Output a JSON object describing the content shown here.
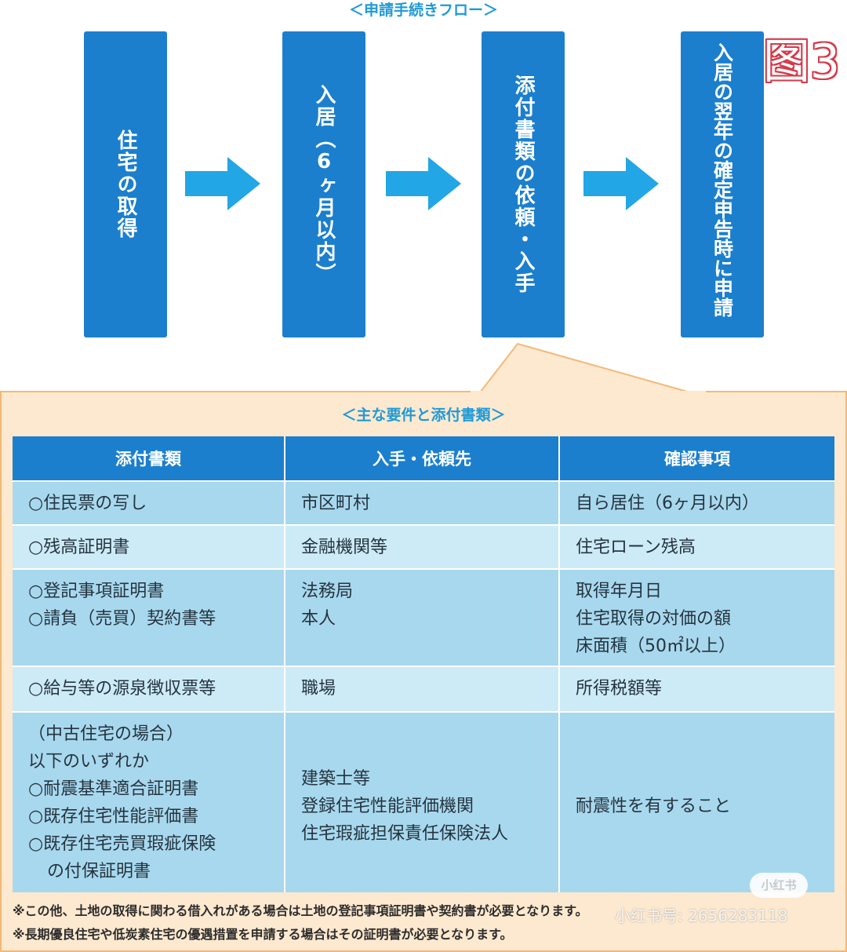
{
  "flow": {
    "title": "＜申請手続きフロー＞",
    "figure_label": "图3",
    "steps": [
      "住宅の取得",
      "入居（6ヶ月以内）",
      "添付書類の依頼・入手",
      "入居の翌年の確定申告時に申請"
    ]
  },
  "requirements": {
    "title": "＜主な要件と添付書類＞",
    "headers": [
      "添付書類",
      "入手・依頼先",
      "確認事項"
    ],
    "rows": [
      {
        "docs": [
          "○住民票の写し"
        ],
        "source": [
          "市区町村"
        ],
        "check": [
          "自ら居住（6ヶ月以内）"
        ]
      },
      {
        "docs": [
          "○残高証明書"
        ],
        "source": [
          "金融機関等"
        ],
        "check": [
          "住宅ローン残高"
        ]
      },
      {
        "docs": [
          "○登記事項証明書",
          "○請負（売買）契約書等"
        ],
        "source": [
          "法務局",
          "本人"
        ],
        "check": [
          "取得年月日",
          "住宅取得の対価の額",
          "床面積（50㎡以上）"
        ]
      },
      {
        "docs": [
          "○給与等の源泉徴収票等"
        ],
        "source": [
          "職場"
        ],
        "check": [
          "所得税額等"
        ]
      },
      {
        "docs": [
          "（中古住宅の場合）",
          "以下のいずれか",
          "○耐震基準適合証明書",
          "○既存住宅性能評価書",
          "○既存住宅売買瑕疵保険",
          "の付保証明書"
        ],
        "source": [
          "建築士等",
          "登録住宅性能評価機関",
          "住宅瑕疵担保責任保険法人"
        ],
        "check": [
          "耐震性を有すること"
        ]
      }
    ]
  },
  "notes": [
    "※この他、土地の取得に関わる借入れがある場合は土地の登記事項証明書や契約書が必要となります。",
    "※長期優良住宅や低炭素住宅の優遇措置を申請する場合はその証明書が必要となります。"
  ],
  "watermark": {
    "logo": "小红书",
    "id": "小红书号: 2656283118"
  },
  "colors": {
    "accent_blue": "#1b7fcd",
    "title_blue": "#1f9ad6",
    "arrow_blue": "#22a6e6",
    "panel_bg": "#fde9cf",
    "row_dark": "#a8d8ee",
    "row_light": "#cdebf7"
  }
}
